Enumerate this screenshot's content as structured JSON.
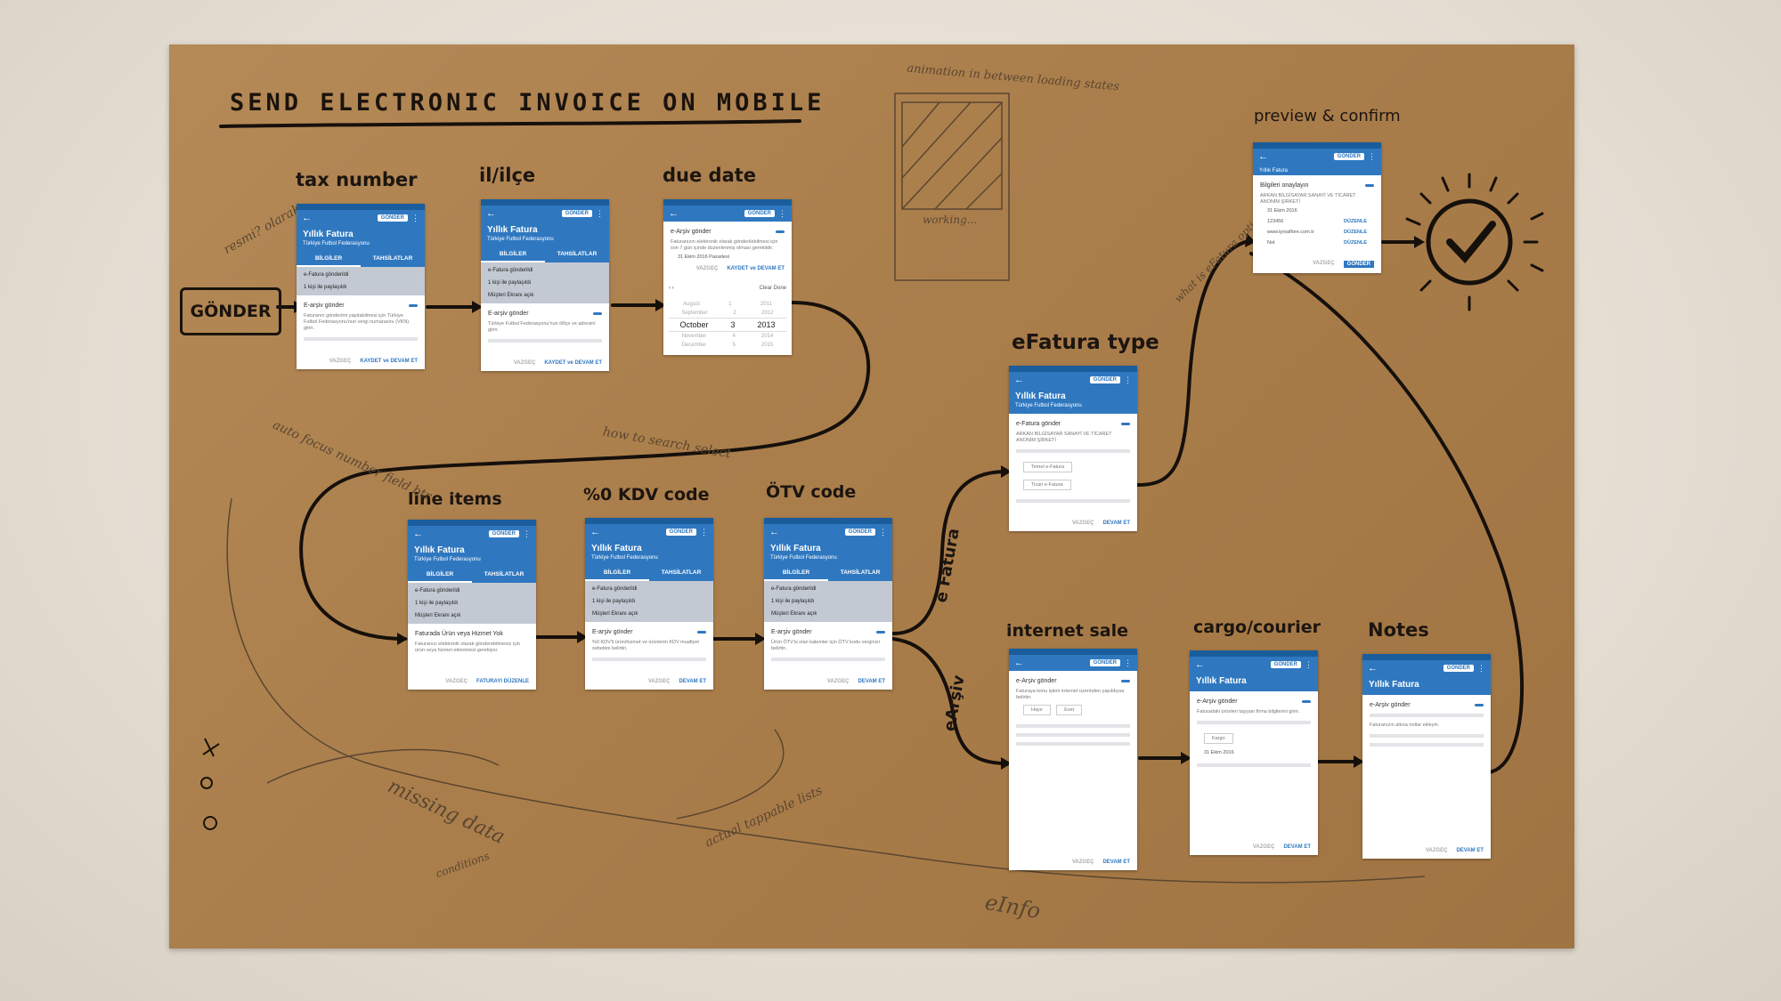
{
  "diagram": {
    "title": "SEND ELECTRONIC INVOICE ON MOBILE",
    "start_button": "GÖNDER",
    "check_icon": "checkmark-icon",
    "edge_labels": {
      "efatura": "e Fatura",
      "earsiv": "eArşiv"
    },
    "pencil_notes": {
      "resmi": "resmi? olarak",
      "auto_focus": "auto focus number field btr",
      "how_to_search": "how to search select",
      "animation": "animation in between loading states",
      "working": "working...",
      "missing_data": "missing data",
      "conditions": "conditions",
      "actual_tappable": "actual tappable lists",
      "what_is_efatura": "what is eFatura option?",
      "einfo": "eInfo"
    },
    "step_labels": {
      "tax_number": "tax number",
      "il_ilce": "il/ilçe",
      "due_date": "due date",
      "line_items": "line items",
      "kdv_code": "%0 KDV code",
      "otv_code": "ÖTV code",
      "efatura_type": "eFatura type",
      "preview_confirm": "preview & confirm",
      "internet_sale": "internet sale",
      "cargo_courier": "cargo/courier",
      "notes": "Notes"
    }
  },
  "screen": {
    "gonder": "GÖNDER",
    "back": "←",
    "more": "⋮",
    "invoice_title": "Yıllık Fatura",
    "invoice_sub": "Türkiye Futbol Federasyonu",
    "tab_info": "BİLGİLER",
    "tab_collect": "TAHSİLATLAR",
    "row_efatura": "e-Fatura gönderildi",
    "row_shared": "1 kişi ile paylaşıldı",
    "row_customer": "Müşteri Ekranı açık",
    "earsiv_gonder": "E-arşiv gönder",
    "earsiv_gonder_lower": "e-Arşiv gönder",
    "efatura_gonder": "e-Fatura gönder",
    "vazgec": "VAZGEÇ",
    "kaydet_devam": "KAYDET ve DEVAM ET",
    "devam_et": "DEVAM ET",
    "fatura_duzenle": "FATURAYI DÜZENLE",
    "duzenle": "DÜZENLE",
    "clear": "Clear",
    "done": "Done",
    "date_value": "31 Ekim 2016 Pazartesi",
    "date_short": "31 Ekim 2016",
    "picker_months": [
      "August",
      "September",
      "October",
      "November",
      "December"
    ],
    "picker_days": [
      "1",
      "2",
      "3",
      "4",
      "5"
    ],
    "picker_years": [
      "2011",
      "2012",
      "2013",
      "2014",
      "2015"
    ],
    "tax_hint": "Faturanın gönderimi yapılabilmesi için Türkiye Futbol Federasyonu'nun vergi numarasını (VKN) girin.",
    "il_hint": "Türkiye Futbol Federasyonu'nun il/ilçe ve adresini girin.",
    "due_hint": "Faturanızın elektronik olarak gönderilebilmesi için son 7 gün içinde düzenlenmiş olması gereklidir.",
    "line_hint_title": "Faturada Ürün veya Hizmet Yok",
    "line_hint": "Faturanızı elektronik olarak gönderebilmeniz için ürün veya hizmet eklenmesi gerekiyor.",
    "kdv_hint": "%0 KDV'li ürün/hizmet ve ürünlerin KDV muafiyet sebebini belirtin.",
    "otv_hint": "Ürün ÖTV'si olan kalemler için ÖTV kodu verginizi belirtin.",
    "efatura_opt1": "Temel e-Fatura",
    "efatura_opt2": "Ticari e-Fatura",
    "internet_hint": "Faturaya konu işlem internet üzerinden yapıldıysa belirtin.",
    "internet_no": "Hayır",
    "internet_yes": "Evet",
    "cargo_hint": "Faturadaki ürünleri taşıyan firma bilgilerini girin.",
    "cargo_opt": "Kargo",
    "notes_hint": "Faturanızın altına notlar ekleyin.",
    "preview_title": "Bilgileri onaylayın",
    "preview_company": "ARKAN BİLGİSAYAR SANAYİ VE TİCARET ANONİM ŞİRKETİ",
    "preview_due": "31 Ekim 2016",
    "preview_vkn": "123456",
    "preview_email": "www.tyrsaflore.com.tr",
    "preview_note": "Not"
  }
}
